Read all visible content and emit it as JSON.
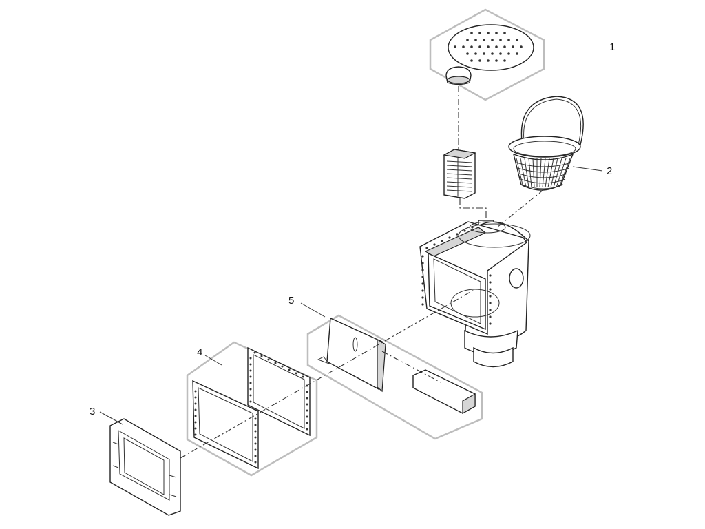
{
  "callouts": [
    {
      "id": "1",
      "label": "1"
    },
    {
      "id": "2",
      "label": "2"
    },
    {
      "id": "3",
      "label": "3"
    },
    {
      "id": "4",
      "label": "4"
    },
    {
      "id": "5",
      "label": "5"
    }
  ],
  "colors": {
    "line": "#222222",
    "group_box": "#bdbdbd",
    "background": "#ffffff"
  }
}
